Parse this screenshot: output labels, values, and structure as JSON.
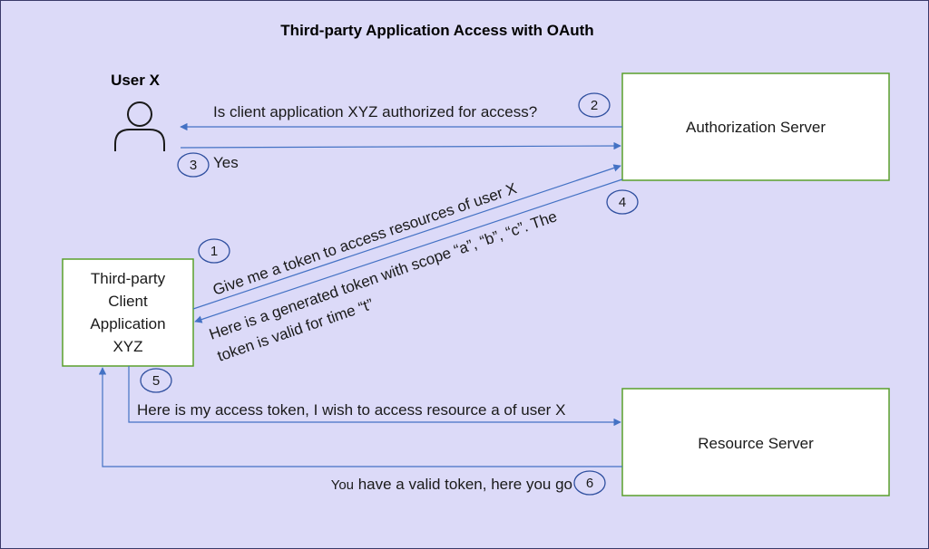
{
  "title": "Third-party Application Access with OAuth",
  "user": {
    "label": "User X"
  },
  "nodes": {
    "auth_server": "Authorization Server",
    "resource_server": "Resource Server",
    "client_lines": [
      "Third-party",
      "Client",
      "Application",
      "XYZ"
    ]
  },
  "steps": [
    {
      "num": "1",
      "text": "Give me a token to access resources of user X"
    },
    {
      "num": "2",
      "text": "Is client application XYZ authorized for access?"
    },
    {
      "num": "3",
      "text": "Yes"
    },
    {
      "num": "4",
      "lines": [
        "Here is a generated token with scope “a”, “b”, “c”. The",
        "token is valid for time “t”"
      ]
    },
    {
      "num": "5",
      "text": "Here is my access token, I wish to access resource a of user X"
    },
    {
      "num": "6",
      "prefix": "You",
      "text": " have a valid token, here you go"
    }
  ],
  "colors": {
    "background": "#dcdaf8",
    "box_border": "#5aa02c",
    "arrow": "#4472c4",
    "circle": "#2f4f9f"
  }
}
